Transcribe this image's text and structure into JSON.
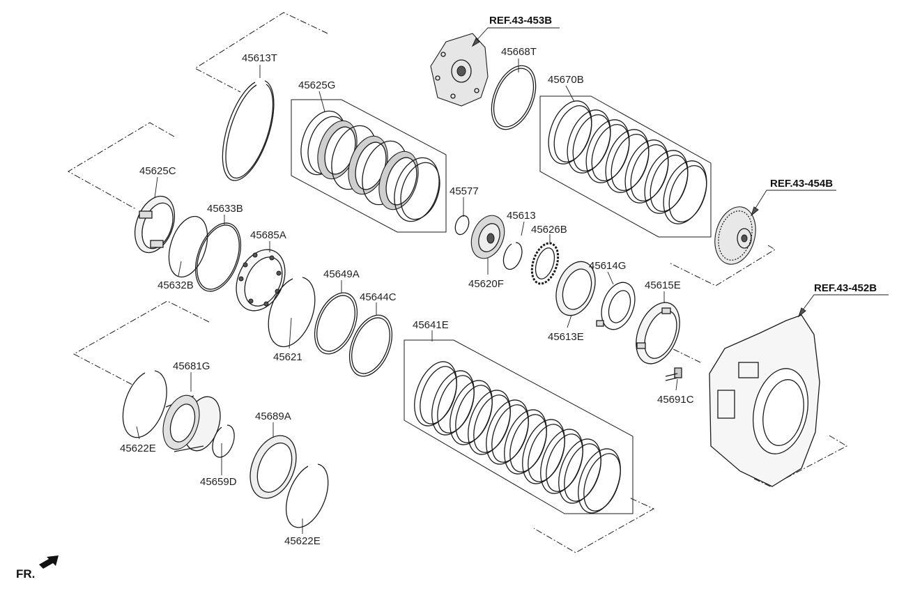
{
  "diagram": {
    "refs": {
      "ref_453b": "REF.43-453B",
      "ref_454b": "REF.43-454B",
      "ref_452b": "REF.43-452B"
    },
    "parts": {
      "p45613T": "45613T",
      "p45625G": "45625G",
      "p45668T": "45668T",
      "p45670B": "45670B",
      "p45625C": "45625C",
      "p45633B": "45633B",
      "p45685A": "45685A",
      "p45632B": "45632B",
      "p45577": "45577",
      "p45613": "45613",
      "p45626B": "45626B",
      "p45620F": "45620F",
      "p45614G": "45614G",
      "p45615E": "45615E",
      "p45613E": "45613E",
      "p45649A": "45649A",
      "p45644C": "45644C",
      "p45621": "45621",
      "p45641E": "45641E",
      "p45691C": "45691C",
      "p45681G": "45681G",
      "p45622E_a": "45622E",
      "p45689A": "45689A",
      "p45659D": "45659D",
      "p45622E_b": "45622E"
    },
    "front_label": "FR."
  }
}
